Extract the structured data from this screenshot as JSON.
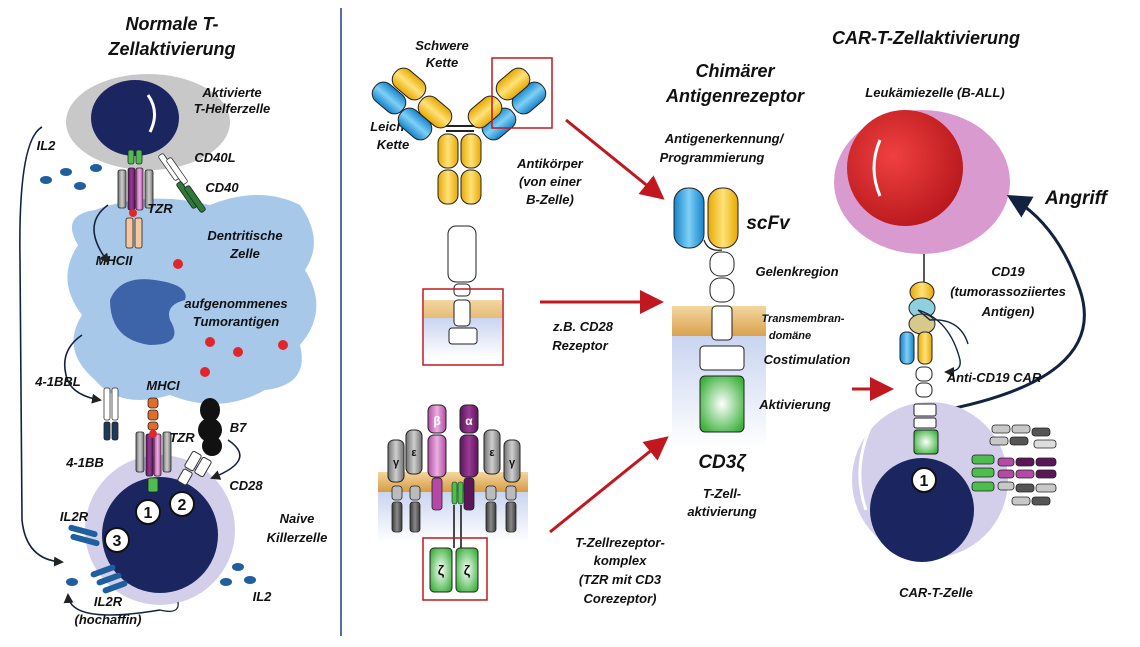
{
  "colors": {
    "divider": "#1f3f8f",
    "arrow_red": "#c0181e",
    "arrow_dark": "#13233f",
    "helper_cell": "#c8c8c8",
    "nucleus": "#1b2560",
    "dendritic": "#a8c8ea",
    "dc_nucleus": "#3d63a8",
    "killer_cell": "#d3cfea",
    "leukemia": "#d99ad0",
    "leukemia_nucleus": "#d11e22",
    "heavy_chain": "#f1c20d",
    "light_chain": "#2aa3e0",
    "membrane": "#d9a24a",
    "activation": "#4dbd4d",
    "red_dot": "#e0262c",
    "il2": "#1f5f9f"
  },
  "left": {
    "title_line1": "Normale T-",
    "title_line2": "Zellaktivierung",
    "activated_helper_line1": "Aktivierte",
    "activated_helper_line2": "T-Helferzelle",
    "il2_top": "IL2",
    "cd40l": "CD40L",
    "cd40": "CD40",
    "tzr_top": "TZR",
    "dendritic_line1": "Dentritische",
    "dendritic_line2": "Zelle",
    "mhcii": "MHCII",
    "antigen_line1": "aufgenommenes",
    "antigen_line2": "Tumorantigen",
    "bbl": "4-1BBL",
    "mhci": "MHCI",
    "b7": "B7",
    "tzr_bottom": "TZR",
    "bb": "4-1BB",
    "cd28": "CD28",
    "il2r": "IL2R",
    "naive_line1": "Naive",
    "naive_line2": "Killerzelle",
    "il2r_high_line1": "IL2R",
    "il2r_high_line2": "(hochaffin)",
    "il2_bottom": "IL2",
    "badge1": "1",
    "badge2": "2",
    "badge3": "3"
  },
  "middle": {
    "heavy_line1": "Schwere",
    "heavy_line2": "Kette",
    "light_line1": "Leichte",
    "light_line2": "Kette",
    "antibody_line1": "Antikörper",
    "antibody_line2": "(von einer",
    "antibody_line3": "B-Zelle)",
    "cd28_line1": "z.B. CD28",
    "cd28_line2": "Rezeptor",
    "beta": "β",
    "alpha": "α",
    "gamma": "γ",
    "epsilon": "ε",
    "zeta": "ζ",
    "tcr_line1": "T-Zellrezeptor-",
    "tcr_line2": "komplex",
    "tcr_line3": "(TZR mit CD3",
    "tcr_line4": "Corezeptor)"
  },
  "car": {
    "title_line1": "Chimärer",
    "title_line2": "Antigenrezeptor",
    "recog_line1": "Antigenerkennung/",
    "recog_line2": "Programmierung",
    "scfv": "scFv",
    "hinge": "Gelenkregion",
    "tm_line1": "Transmembran-",
    "tm_line2": "domäne",
    "costim": "Costimulation",
    "activation": "Aktivierung",
    "cd3z": "CD3ζ",
    "tact_line1": "T-Zell-",
    "tact_line2": "aktivierung"
  },
  "right": {
    "title": "CAR-T-Zellaktivierung",
    "leukemia": "Leukämiezelle (B-ALL)",
    "attack": "Angriff",
    "cd19_line1": "CD19",
    "cd19_line2": "(tumorassoziiertes",
    "cd19_line3": "Antigen)",
    "anti_cd19": "Anti-CD19 CAR",
    "cart": "CAR-T-Zelle",
    "badge1": "1"
  }
}
